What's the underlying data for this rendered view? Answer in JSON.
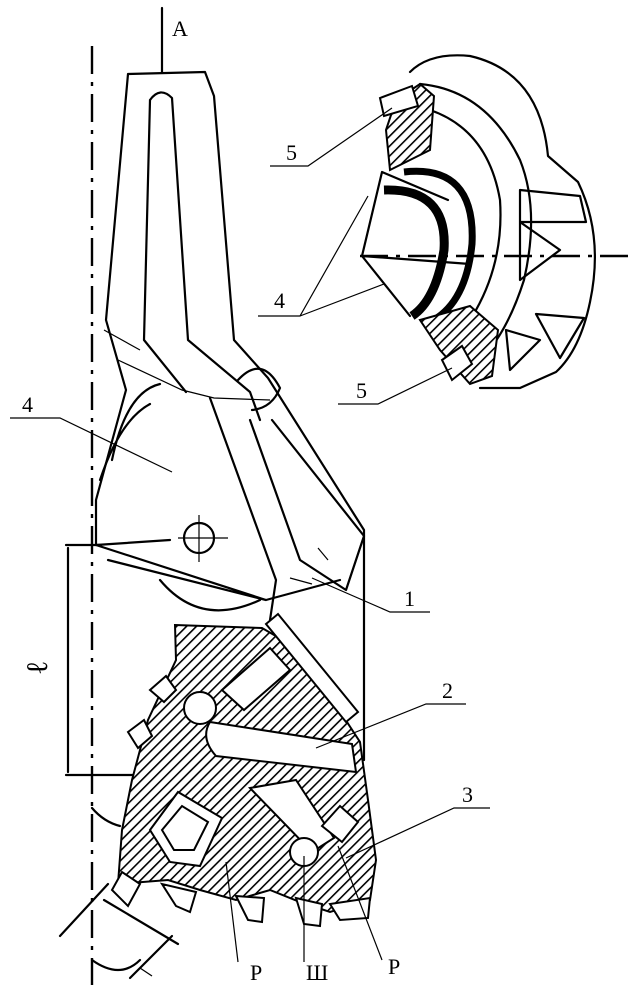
{
  "labels": {
    "axis_a": "A",
    "part_1": "1",
    "part_2": "2",
    "part_3": "3",
    "part_4_main": "4",
    "part_4_detail": "4",
    "part_5_top": "5",
    "part_5_bottom": "5",
    "dim_l": "ℓ",
    "p_left": "Р",
    "sh": "Ш",
    "p_right": "Р"
  },
  "colors": {
    "ink": "#000000",
    "paper": "#ffffff"
  }
}
